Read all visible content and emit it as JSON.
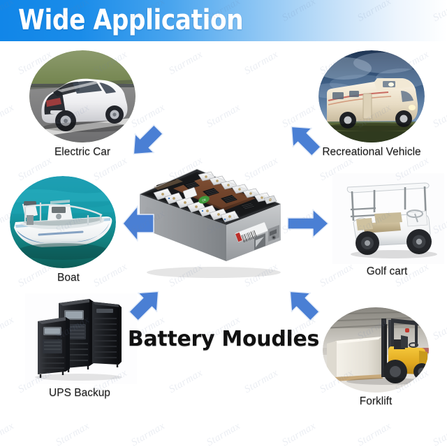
{
  "banner": {
    "title": "Wide Application",
    "gradient_from": "#1186e8",
    "gradient_to": "#ffffff"
  },
  "center": {
    "title": "Battery Moudles",
    "product_name": "battery-module",
    "description": "Silver metal battery module with two rows of white prismatic cells joined by copper busbars"
  },
  "watermark": {
    "text": "Starmax",
    "color": "#6a7fa8"
  },
  "arrow": {
    "color": "#4a7fd4",
    "outline": "#dbe6f5"
  },
  "applications": [
    {
      "id": "electric-car",
      "label": "Electric Car",
      "image": "white electric hatchback car driving on highway",
      "shape": "circle",
      "arrow_direction": "up-left"
    },
    {
      "id": "recreational-vehicle",
      "label": "Recreational Vehicle",
      "image": "beige motorhome RV parked on grass under dark blue cloudy sky",
      "shape": "circle",
      "arrow_direction": "up-right"
    },
    {
      "id": "boat",
      "label": "Boat",
      "image": "white center-console boat with outboard motor on turquoise sea",
      "shape": "circle",
      "arrow_direction": "left"
    },
    {
      "id": "golf-cart",
      "label": "Golf cart",
      "image": "white four-seat golf cart cutout on white background",
      "shape": "plain",
      "arrow_direction": "right"
    },
    {
      "id": "ups-backup",
      "label": "UPS Backup",
      "image": "three black UPS server cabinets cutout on white background",
      "shape": "plain",
      "arrow_direction": "down-left"
    },
    {
      "id": "forklift",
      "label": "Forklift",
      "image": "yellow forklift carrying large white crate inside warehouse",
      "shape": "circle",
      "arrow_direction": "down-right"
    }
  ]
}
